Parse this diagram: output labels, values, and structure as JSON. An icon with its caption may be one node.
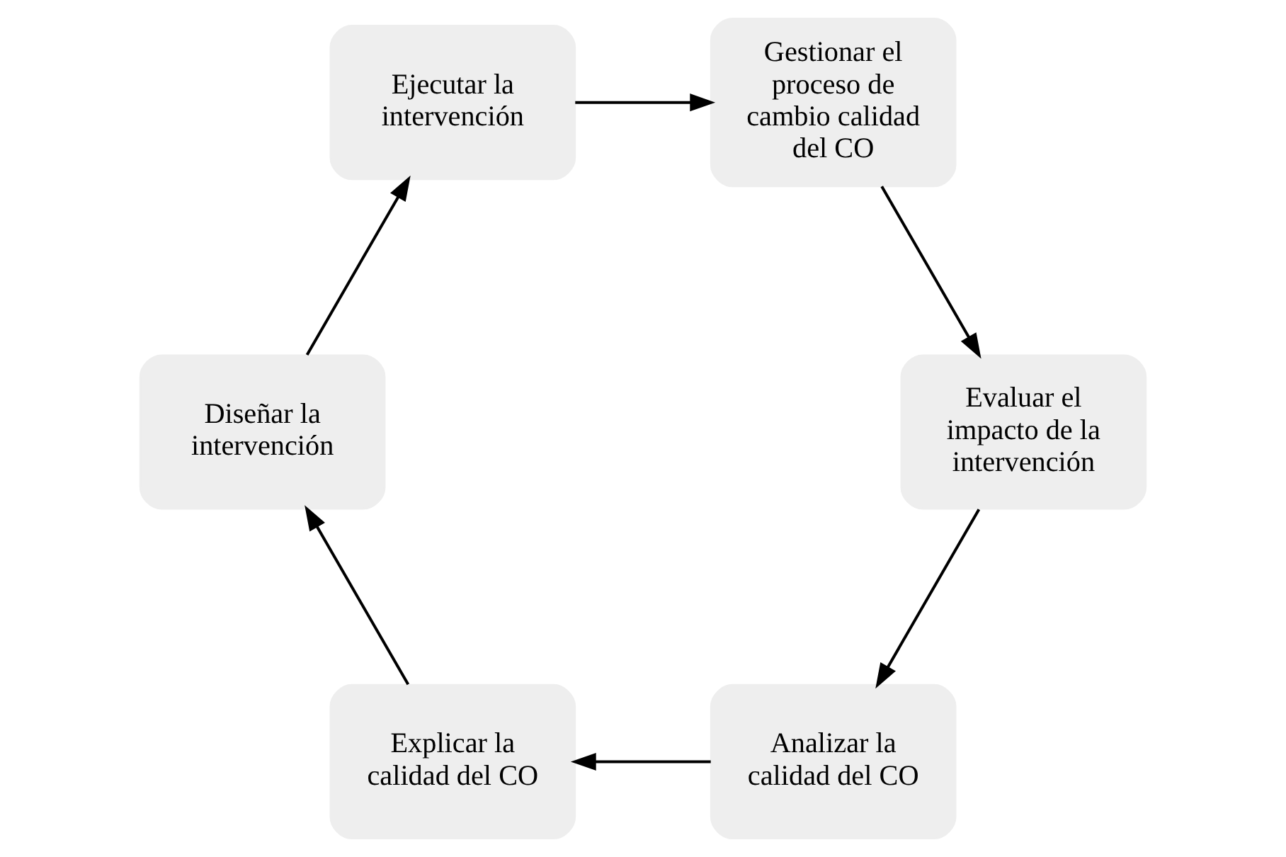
{
  "diagram": {
    "nodes": [
      {
        "text": [
          "Analizar la calidad del CO"
        ]
      },
      {
        "text": [
          "Evaluar el impacto de la intervención"
        ]
      },
      {
        "text": [
          "Explicar la calidad del CO"
        ]
      },
      {
        "text": [
          "Gestionar el proceso de cambio calidad del CO"
        ]
      },
      {
        "text": [
          "Diseñar la intervención"
        ]
      },
      {
        "text": [
          "Ejecutar la intervención"
        ]
      }
    ],
    "edges": [
      {
        "from": 0,
        "to": 2,
        "arrow": "to"
      },
      {
        "from": 2,
        "to": 4,
        "arrow": "to"
      },
      {
        "from": 4,
        "to": 5,
        "arrow": "to"
      },
      {
        "from": 5,
        "to": 3,
        "arrow": "to"
      },
      {
        "from": 3,
        "to": 1,
        "arrow": "to"
      },
      {
        "from": 1,
        "to": 0,
        "arrow": "to"
      }
    ]
  }
}
